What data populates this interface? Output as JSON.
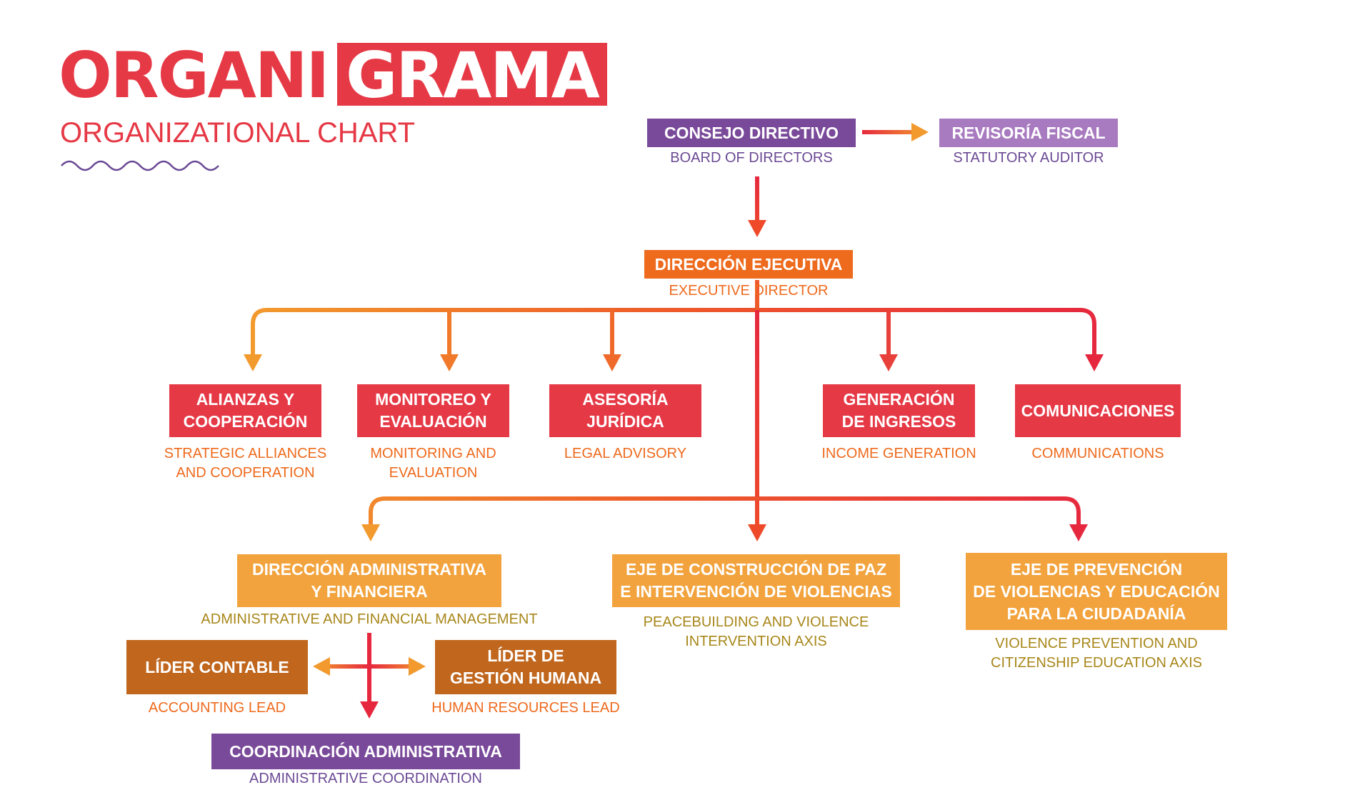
{
  "title": {
    "part1": "ORGANI",
    "part2": "GRAMA",
    "subtitle": "ORGANIZATIONAL CHART"
  },
  "colors": {
    "red": "#e63946",
    "purple": "#7a4a9a",
    "lavender": "#a87bc0",
    "orange": "#ee6a1d",
    "light_orange": "#f2a33d",
    "brown": "#c0661d",
    "caption_orange": "#ee6a1d",
    "caption_olive": "#a8871a",
    "caption_purple": "#6b4a95"
  },
  "nodes": {
    "board": {
      "label": "CONSEJO DIRECTIVO",
      "caption": "BOARD OF DIRECTORS"
    },
    "auditor": {
      "label": "REVISORÍA FISCAL",
      "caption": "STATUTORY AUDITOR"
    },
    "executive": {
      "label": "DIRECCIÓN  EJECUTIVA",
      "caption": "EXECUTIVE DIRECTOR"
    },
    "alliances": {
      "label": "ALIANZAS Y\nCOOPERACIÓN",
      "caption": "STRATEGIC ALLIANCES\nAND COOPERATION"
    },
    "monitoring": {
      "label": "MONITOREO Y\nEVALUACIÓN",
      "caption": "MONITORING AND\nEVALUATION"
    },
    "legal": {
      "label": "ASESORÍA\nJURÍDICA",
      "caption": "LEGAL ADVISORY"
    },
    "income": {
      "label": "GENERACIÓN\nDE INGRESOS",
      "caption": "INCOME GENERATION"
    },
    "communications": {
      "label": "COMUNICACIONES",
      "caption": "COMMUNICATIONS"
    },
    "admin_finance": {
      "label": "DIRECCIÓN ADMINISTRATIVA\nY FINANCIERA",
      "caption": "ADMINISTRATIVE AND FINANCIAL MANAGEMENT"
    },
    "peacebuilding": {
      "label": "EJE DE  CONSTRUCCIÓN DE PAZ\nE INTERVENCIÓN DE VIOLENCIAS",
      "caption": "PEACEBUILDING AND VIOLENCE\nINTERVENTION AXIS"
    },
    "prevention": {
      "label": "EJE DE PREVENCIÓN\nDE VIOLENCIAS Y EDUCACIÓN\nPARA LA CIUDADANÍA",
      "caption": "VIOLENCE PREVENTION AND\nCITIZENSHIP EDUCATION AXIS"
    },
    "accounting": {
      "label": "LÍDER CONTABLE",
      "caption": "ACCOUNTING LEAD"
    },
    "hr": {
      "label": "LÍDER DE\nGESTIÓN HUMANA",
      "caption": "HUMAN RESOURCES LEAD"
    },
    "admin_coord": {
      "label": "COORDINACIÓN ADMINISTRATIVA",
      "caption": "ADMINISTRATIVE COORDINATION"
    }
  }
}
